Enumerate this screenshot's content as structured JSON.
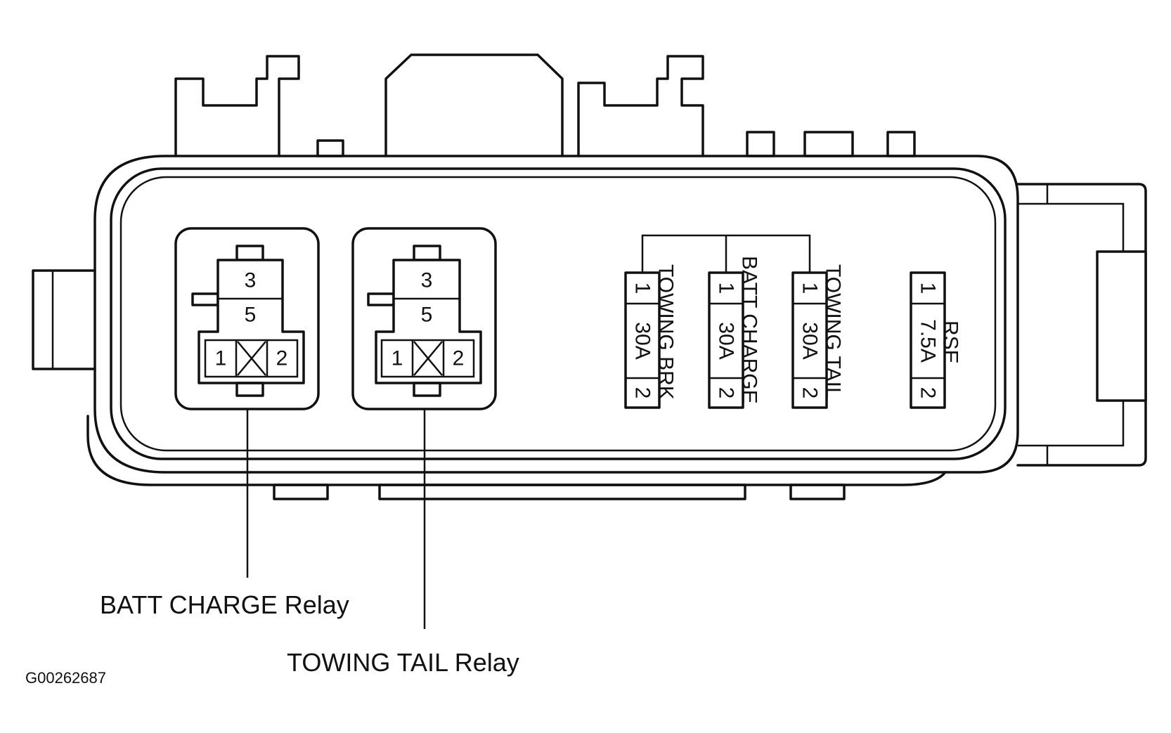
{
  "relays": [
    {
      "name": "BATT CHARGE Relay",
      "pins": {
        "top": "3",
        "middle": "5",
        "left": "1",
        "right": "2"
      }
    },
    {
      "name": "TOWING TAIL Relay",
      "pins": {
        "top": "3",
        "middle": "5",
        "left": "1",
        "right": "2"
      }
    }
  ],
  "fuses": [
    {
      "name": "TOWING BRK",
      "rating": "30A",
      "pin_top": "1",
      "pin_bottom": "2"
    },
    {
      "name": "BATT CHARGE",
      "rating": "30A",
      "pin_top": "1",
      "pin_bottom": "2"
    },
    {
      "name": "TOWING TAIL",
      "rating": "30A",
      "pin_top": "1",
      "pin_bottom": "2"
    },
    {
      "name": "RSE",
      "rating": "7.5A",
      "pin_top": "1",
      "pin_bottom": "2"
    }
  ],
  "callouts": {
    "batt_charge_relay": "BATT CHARGE Relay",
    "towing_tail_relay": "TOWING TAIL Relay"
  },
  "figure_code": "G00262687"
}
